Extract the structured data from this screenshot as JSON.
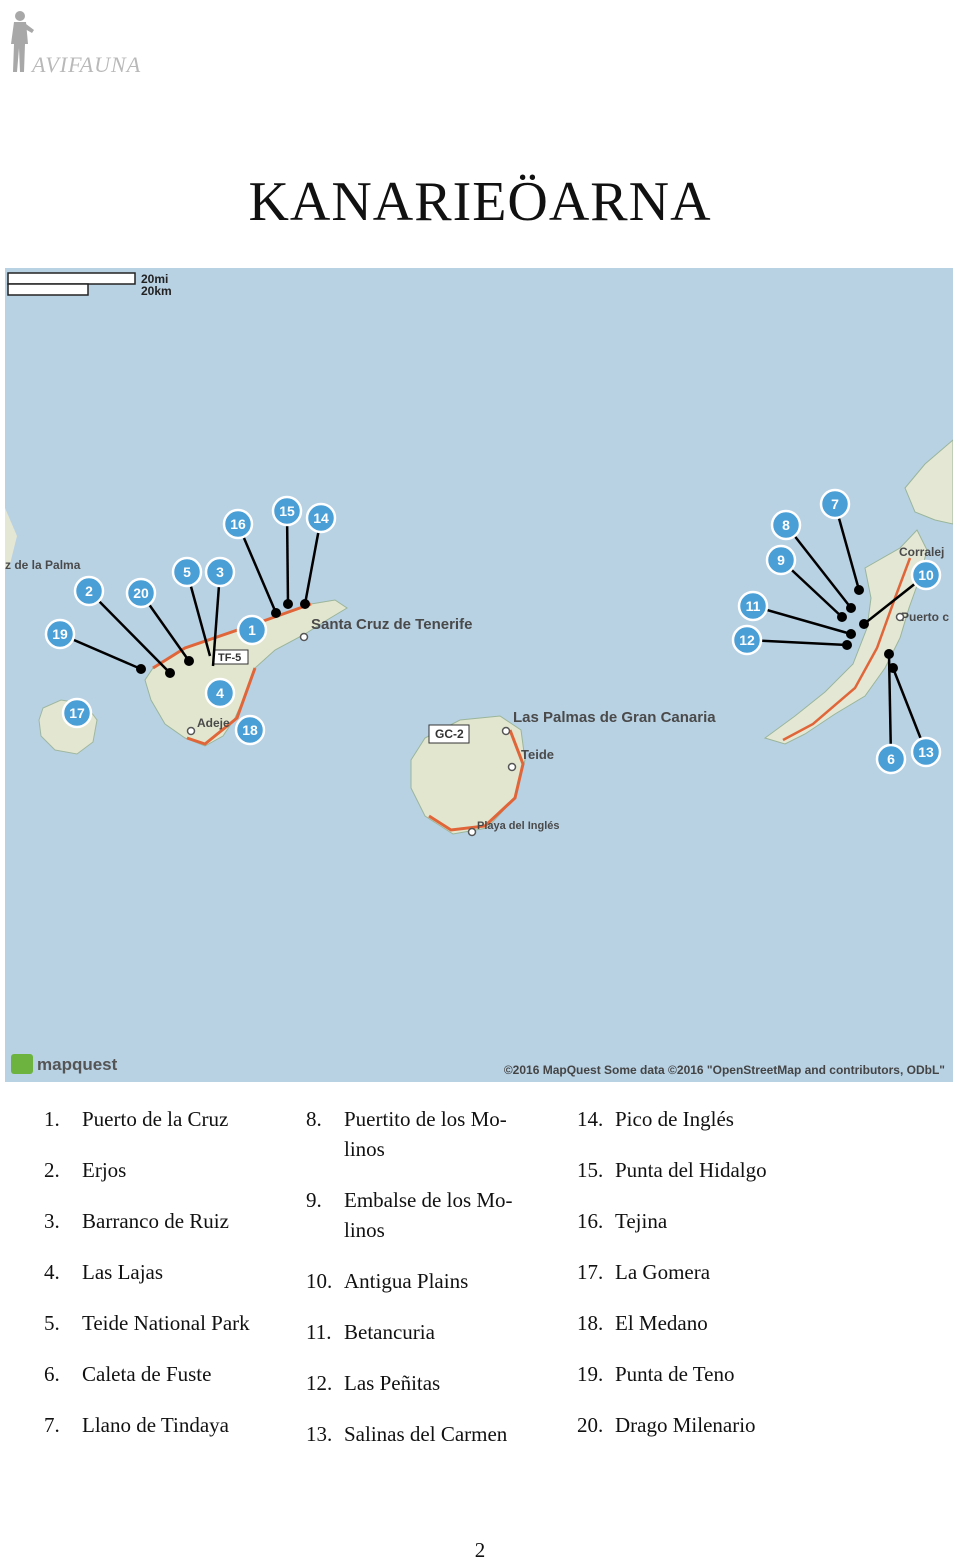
{
  "logo": {
    "text": "AVIFAUNA"
  },
  "title": "KANARIEÖARNA",
  "map": {
    "scale": {
      "miles": "20mi",
      "km": "20km"
    },
    "place_labels": {
      "santa_cruz": "Santa Cruz de Tenerife",
      "las_palmas": "Las Palmas de Gran Canaria",
      "teide": "Teide",
      "playa_ingles": "Playa del Inglés",
      "adeje": "Adeje",
      "de_la_palma": "z de la Palma",
      "corralejo": "Corralej",
      "puerto": "Puerto c"
    },
    "road_labels": {
      "tf5": "TF-5",
      "gc2": "GC-2"
    },
    "markers": [
      "1",
      "2",
      "3",
      "4",
      "5",
      "6",
      "7",
      "8",
      "9",
      "10",
      "11",
      "12",
      "13",
      "14",
      "15",
      "16",
      "17",
      "18",
      "19",
      "20"
    ],
    "brand": "mapquest",
    "attribution": "©2016 MapQuest Some data ©2016 \"OpenStreetMap and contributors, ODbL\"",
    "colors": {
      "sea": "#b5d0e2",
      "land": "#e6e8d6",
      "marker": "#4a9fd6",
      "road": "#e0663a"
    }
  },
  "sites": {
    "col1": [
      {
        "num": "1.",
        "name": "Puerto de la Cruz"
      },
      {
        "num": "2.",
        "name": "Erjos"
      },
      {
        "num": "3.",
        "name": "Barranco de Ruiz"
      },
      {
        "num": "4.",
        "name": "Las Lajas"
      },
      {
        "num": "5.",
        "name": "Teide National Park"
      },
      {
        "num": "6.",
        "name": "Caleta de Fuste"
      },
      {
        "num": "7.",
        "name": "Llano de Tindaya"
      }
    ],
    "col2": [
      {
        "num": "8.",
        "name": "Puertito de los Mo-linos"
      },
      {
        "num": "9.",
        "name": "Embalse de los Mo-linos"
      },
      {
        "num": "10.",
        "name": "Antigua Plains"
      },
      {
        "num": "11.",
        "name": "Betancuria"
      },
      {
        "num": "12.",
        "name": "Las Peñitas"
      },
      {
        "num": "13.",
        "name": "Salinas del Carmen"
      }
    ],
    "col3": [
      {
        "num": "14.",
        "name": "Pico de Inglés"
      },
      {
        "num": "15.",
        "name": "Punta del Hidalgo"
      },
      {
        "num": "16.",
        "name": "Tejina"
      },
      {
        "num": "17.",
        "name": "La Gomera"
      },
      {
        "num": "18.",
        "name": "El Medano"
      },
      {
        "num": "19.",
        "name": "Punta de Teno"
      },
      {
        "num": "20.",
        "name": "Drago Milenario"
      }
    ]
  },
  "page_number": "2"
}
